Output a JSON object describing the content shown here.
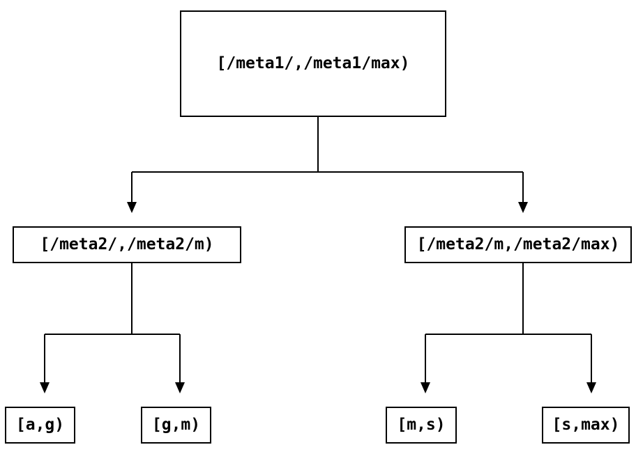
{
  "colors": {
    "background": "#ffffff",
    "line": "#000000",
    "text": "#000000",
    "node_fill": "#ffffff"
  },
  "nodes": {
    "root": {
      "label": "[/meta1/,/meta1/max)"
    },
    "meta2_left": {
      "label": "[/meta2/,/meta2/m)"
    },
    "meta2_right": {
      "label": "[/meta2/m,/meta2/max)"
    },
    "leaf_ag": {
      "label": "[a,g)"
    },
    "leaf_gm": {
      "label": "[g,m)"
    },
    "leaf_ms": {
      "label": "[m,s)"
    },
    "leaf_smax": {
      "label": "[s,max)"
    }
  }
}
